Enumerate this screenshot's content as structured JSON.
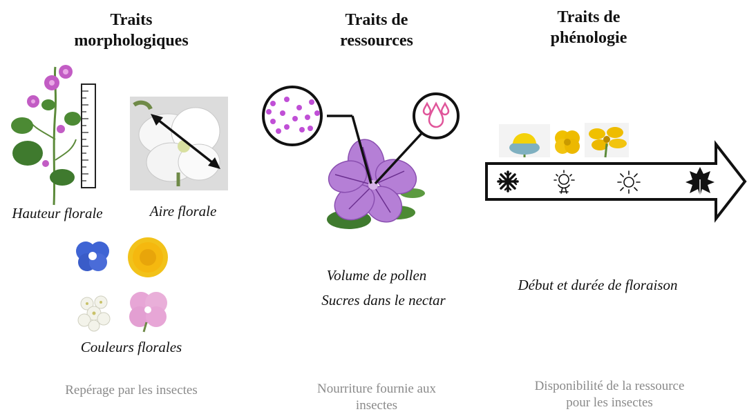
{
  "columns": {
    "morphology": {
      "title": "Traits\nmorphologiques",
      "labels": {
        "height": "Hauteur florale",
        "area": "Aire florale",
        "colors": "Couleurs florales"
      },
      "note": "Repérage par les insectes"
    },
    "resources": {
      "title": "Traits de\nressources",
      "labels": {
        "pollen": "Volume de pollen",
        "nectar": "Sucres dans le nectar"
      },
      "note": "Nourriture fournie aux\ninsectes"
    },
    "phenology": {
      "title": "Traits de\nphénologie",
      "labels": {
        "flowering": "Début et durée de floraison"
      },
      "note": "Disponibilité de la ressource\npour les insectes"
    }
  },
  "icons": {
    "timeline": [
      "snowflake-icon",
      "sun-rising-icon",
      "sun-icon",
      "autumn-leaf-icon"
    ]
  },
  "colors": {
    "pollen_dots": "#c04fd6",
    "nectar_drops": "#e0559a",
    "mallow_petal": "#b57fd6",
    "veronica_blue": "#3f64d4",
    "dandelion_yellow": "#f2c21a",
    "geranium_pink": "#e7a6d6",
    "note_gray": "#8a8a8a"
  }
}
